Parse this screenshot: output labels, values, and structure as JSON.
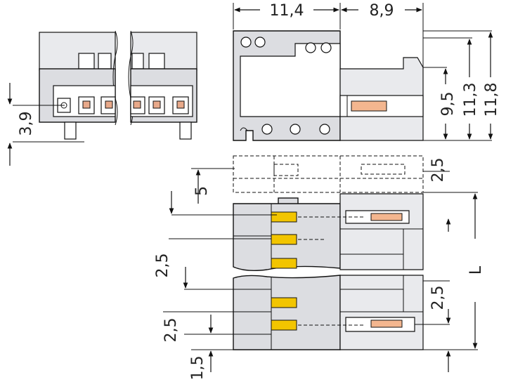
{
  "colors": {
    "housing": "#dcdde1",
    "housing_light": "#e9eaed",
    "pin": "#f2c500",
    "contact": "#e8a98a",
    "line": "#111111"
  },
  "dimensions": {
    "width_main": "11,4",
    "width_side": "8,9",
    "height_a": "9,5",
    "height_b": "11,3",
    "height_c": "11,8",
    "left_height": "3,9",
    "pitch_5": "5",
    "pitch_top_right": "2,5",
    "pitch_left_mid": "2,5",
    "pitch_right_mid": "2,5",
    "pitch_left_low": "2,5",
    "offset_bottom": "1,5",
    "length": "L"
  }
}
